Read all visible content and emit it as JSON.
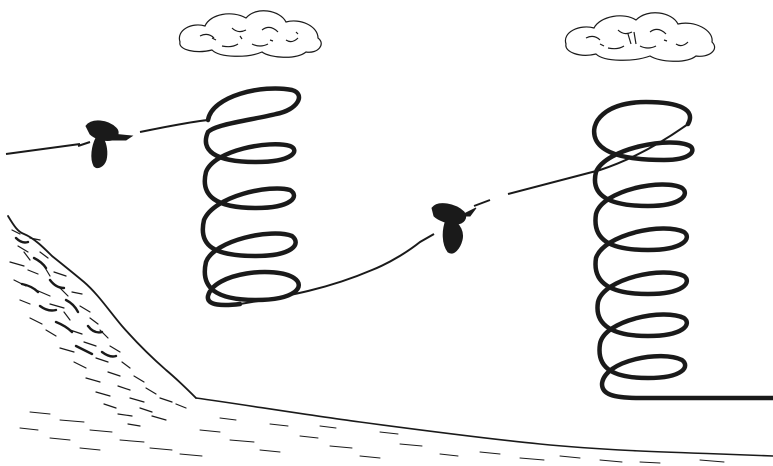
{
  "illustration": {
    "description_visible_text": "",
    "elements": {
      "clouds": 2,
      "thermal_spirals": 2,
      "soaring_birds": 2,
      "ground": "hillside-with-valley-floor"
    },
    "colors": {
      "ink": "#1a1a1a",
      "background": "#ffffff"
    }
  }
}
